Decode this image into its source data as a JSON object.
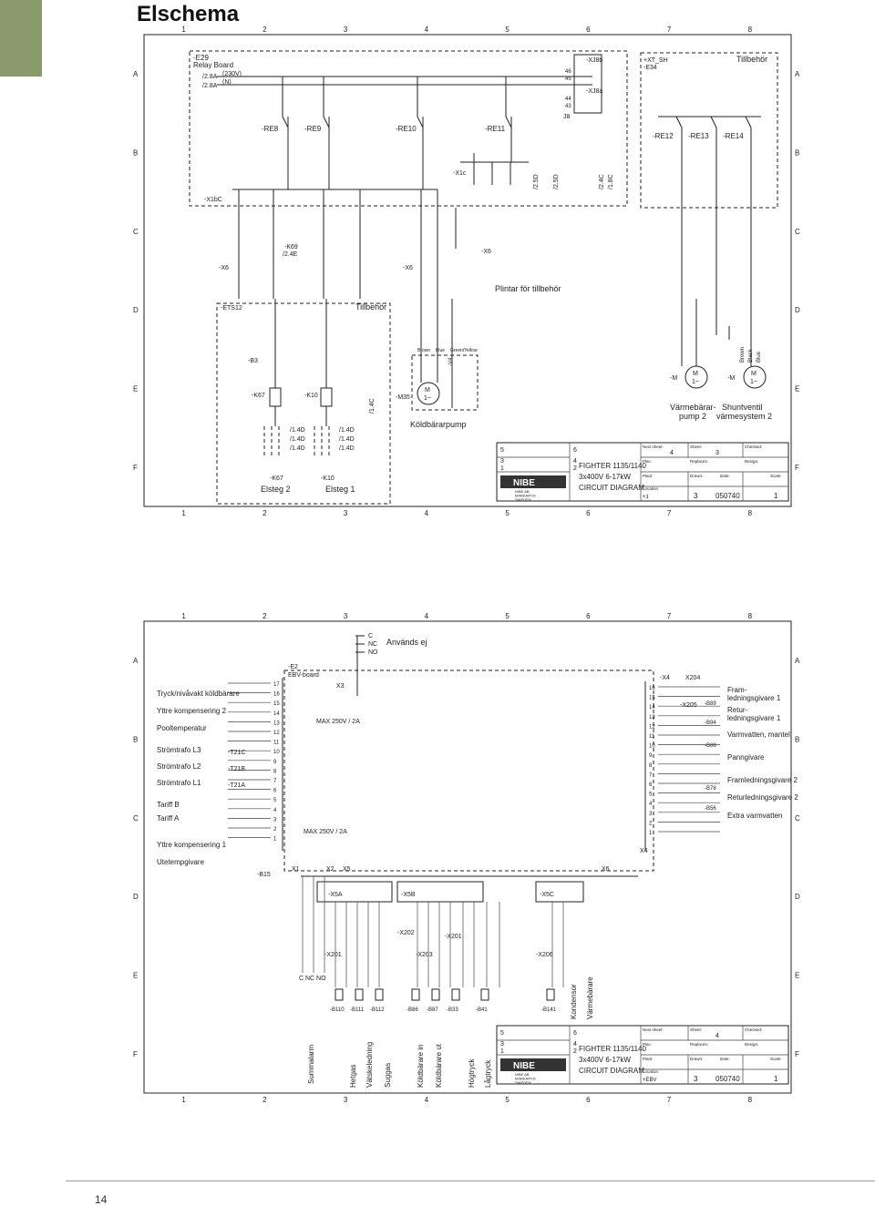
{
  "page": {
    "title": "Elschema",
    "page_number": "14"
  },
  "grid": {
    "columns": [
      "1",
      "2",
      "3",
      "4",
      "5",
      "6",
      "7",
      "8"
    ],
    "rows": [
      "A",
      "B",
      "C",
      "D",
      "E",
      "F"
    ]
  },
  "sheet1": {
    "relay_board": {
      "ref": "-E29",
      "name": "Relay Board",
      "ref_a": "/2.8A",
      "ref_b": "/2.8A",
      "v230": "(230V)",
      "n": "(N)"
    },
    "relays_left": [
      "-RE8",
      "-RE9",
      "-RE10",
      "-RE11"
    ],
    "relays_right": [
      "-RE12",
      "-RE13",
      "-RE14"
    ],
    "x1bc": "-X1bC",
    "x1c": "-X1c",
    "x6": "-X6",
    "x6b": "-X6",
    "x6c": "-X6",
    "xj8b": "-XJ8b",
    "xj8a": "-XJ8a",
    "j8": "J8",
    "xt_sh": "+XT_SH",
    "e34": "-E34",
    "tillbehor_top": "Tillbehör",
    "k69": "-K69",
    "k69_ref": "/2.4E",
    "ref_2_5d": "/2.5D",
    "ref_2_5d_b": "/2.5D",
    "ref_2_4c": "/2.4C",
    "ref_1_8c": "/1.8C",
    "plintar": "Plintar för tillbehör",
    "ets12": "-ETS12",
    "tillbehor_mid": "Tillbehör",
    "b3": "-B3",
    "k67": "-K67",
    "k10": "-K10",
    "k67_bottom": "-K67",
    "k10_bottom": "-K10",
    "elsteg2": "Elsteg 2",
    "elsteg1": "Elsteg 1",
    "contact_refs": [
      "/1.4D",
      "/1.4D",
      "/1.4D"
    ],
    "ref_1_4c": "/1.4C",
    "m35": "-M35",
    "wire_colors": [
      "Brown",
      "Blue",
      "Green/Yellow"
    ],
    "v4": "-V4",
    "koldbararpump": "Köldbärarpump",
    "motor_m": "M",
    "motor_1": "1~",
    "m_left": "-M",
    "m_right": "-M",
    "varmebarar": "Värmebärar-",
    "pump2": "pump 2",
    "shuntventil": "Shuntventil",
    "varmesystem2": "värmesystem 2",
    "brown": "Brown",
    "black": "Black",
    "blue": "Blue"
  },
  "sheet2": {
    "c_nc_no": [
      "C",
      "NC",
      "NO"
    ],
    "anvands_ej": "Används ej",
    "e2": "-E2",
    "ebv_board": "EBV-board",
    "x3": "X3",
    "max250": "MAX 250V / 2A",
    "max250b": "MAX 250V / 2A",
    "left_labels": [
      "Tryck/nivåvakt köldbärare",
      "Yttre kompensering 2",
      "Pooltemperatur",
      "Strömtrafo L3",
      "Strömtrafo L2",
      "Strömtrafo L1",
      "Tariff B",
      "Tariff A",
      "Yttre kompensering 1",
      "Utetempgivare"
    ],
    "trafos": [
      "-T21C",
      "-T21B",
      "-T21A"
    ],
    "b15": "-B15",
    "x1": "X1",
    "x2": "X2",
    "x5": "X5",
    "x6": "X6",
    "x4": "X4",
    "x4b": "-X4",
    "x204": "X204",
    "x205": "-X205",
    "x5a": "-X5A",
    "x5b": "-X5B",
    "x5c": "-X5C",
    "x201": "-X201",
    "x202": "-X202",
    "x201b": "-X201",
    "x203": "-X203",
    "x206": "-X206",
    "right_labels": [
      "Fram-",
      "ledningsgivare 1",
      "Retur-",
      "ledningsgivare 1",
      "Varmvatten, mantel",
      "Panngivare",
      "Framledningsgivare 2",
      "Returledningsgivare 2",
      "Extra varmvatten"
    ],
    "right_refs": [
      "-B89",
      "-B94",
      "-B88",
      "-B78",
      "-B56"
    ],
    "bottom_sensors": [
      "-B110",
      "-B111",
      "-B112",
      "-B86",
      "-B87",
      "-B33",
      "-B41",
      "-B141"
    ],
    "vertical_labels": [
      "Summalarm",
      "Hetgas",
      "Vätskeledning",
      "Suggas",
      "Köldbärare in",
      "Köldbärare ut",
      "Högtryck",
      "Lågtryck",
      "Kondensor",
      "Värmebärare"
    ],
    "cnn_bottom": "C  NC NO"
  },
  "titleblocks": [
    {
      "numbers": [
        "5",
        "6",
        "3",
        "4",
        "1",
        "2"
      ],
      "next_sheet_label": "Next sheet:",
      "next_sheet": "4",
      "sheet_label": "Sheet:",
      "sheet": "3",
      "checked_label": "Checked:",
      "plac_label": "Plac:",
      "replaces_label": "Replaces:",
      "design_label": "Design:",
      "plant_label": "Plant",
      "drawn_label": "Drawn:",
      "date_label": "Date:",
      "scale_label": "Scale:",
      "location_label": "Location",
      "location": "+1",
      "product": "FIGHTER 1135/1140",
      "spec": "3x400V 6-17kW",
      "doc": "CIRCUIT DIAGRAM",
      "rev": "3",
      "drawing_no": "050740",
      "page": "1",
      "company": [
        "NIBE AB",
        "MARKARYD",
        "SWEDEN"
      ],
      "logo": "NIBE"
    },
    {
      "numbers": [
        "5",
        "6",
        "3",
        "4",
        "1",
        "2"
      ],
      "next_sheet_label": "Next sheet:",
      "next_sheet": "",
      "sheet_label": "Sheet:",
      "sheet": "4",
      "checked_label": "Checked:",
      "plac_label": "Plac:",
      "replaces_label": "Replaces:",
      "design_label": "Design:",
      "plant_label": "Plant",
      "drawn_label": "Drawn:",
      "date_label": "Date:",
      "scale_label": "Scale:",
      "location_label": "Location",
      "location": "+EBV",
      "product": "FIGHTER 1135/1140",
      "spec": "3x400V 6-17kW",
      "doc": "CIRCUIT DIAGRAM",
      "rev": "3",
      "drawing_no": "050740",
      "page": "1",
      "company": [
        "NIBE AB",
        "MARKARYD",
        "SWEDEN"
      ],
      "logo": "NIBE"
    }
  ]
}
